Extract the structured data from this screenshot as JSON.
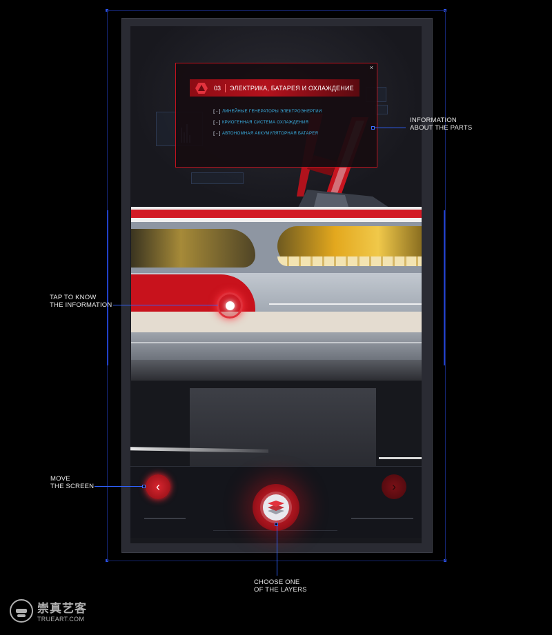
{
  "info_panel": {
    "close_glyph": "×",
    "section_number": "03",
    "title": "ЭЛЕКТРИКА, БАТАРЕЯ И ОХЛАЖДЕНИЕ",
    "parts": [
      {
        "mark": "[-]",
        "label": "ЛИНЕЙНЫЕ ГЕНЕРАТОРЫ ЭЛЕКТРОЭНЕРГИИ"
      },
      {
        "mark": "[-]",
        "label": "КРИОГЕННАЯ СИСТЕМА ОХЛАЖДЕНИЯ"
      },
      {
        "mark": "[-]",
        "label": "АВТОНОМНАЯ АККУМУЛЯТОРНАЯ БАТАРЕЯ"
      }
    ]
  },
  "controls": {
    "prev_glyph": "‹",
    "next_glyph": "›"
  },
  "callouts": {
    "info_parts": [
      "INFORMATION",
      "ABOUT THE PARTS"
    ],
    "tap": [
      "TAP TO KNOW",
      "THE INFORMATION"
    ],
    "move": [
      "MOVE",
      "THE SCREEN"
    ],
    "layers": [
      "CHOOSE ONE",
      "OF THE LAYERS"
    ]
  },
  "watermark": {
    "cn": "崇真艺客",
    "en": "TRUEART.COM"
  },
  "colors": {
    "accent_red": "#c3121e",
    "guide_blue": "#2f62ff",
    "part_text": "#3bb4e8"
  },
  "icons": {
    "panel_icon": "hexagon-emblem-icon",
    "layers": "layers-stack-icon",
    "prev": "chevron-left-icon",
    "next": "chevron-right-icon"
  }
}
